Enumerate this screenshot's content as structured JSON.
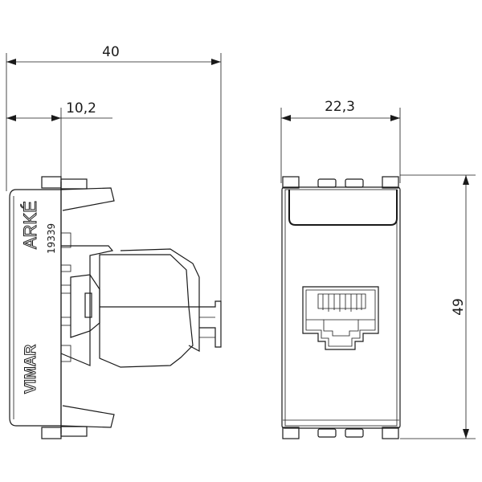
{
  "dimensions": {
    "total_depth": "40",
    "plate_depth": "10,2",
    "width": "22,3",
    "height": "49"
  },
  "side_view": {
    "brand_logo": "ARKÉ",
    "article_code": "19339",
    "manufacturer_logo": "VIMAR"
  },
  "colors": {
    "line": "#1a1a1a",
    "background": "#ffffff"
  }
}
